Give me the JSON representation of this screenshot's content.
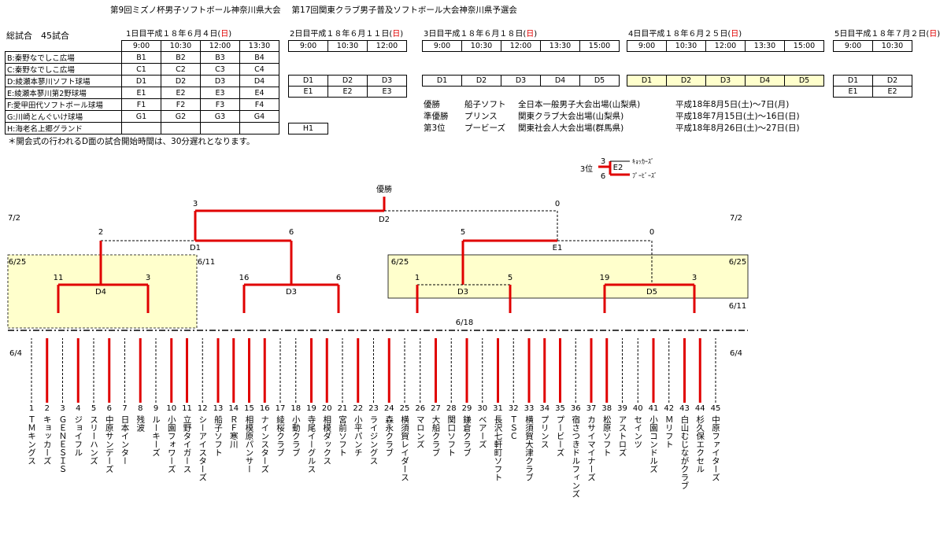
{
  "title": "第9回ミズノ杯男子ソフトボール神奈川県大会　 第17回関東クラブ男子普及ソフトボール大会神奈川県予選会",
  "total": "総試合　45試合",
  "note": "＊開会式の行われるD面の試合開始時間は、30分遅れとなります。",
  "venues": [
    "B:秦野なでしこ広場",
    "C:秦野なでしこ広場",
    "D:綾瀬本蓼川ソフト球場",
    "E:綾瀬本蓼川第2野球場",
    "F:愛甲田代ソフトボール球場",
    "G:川崎とんぐいけ球場",
    "H:海老名上郷グランド"
  ],
  "days": [
    {
      "label": "1日目平成１８年６月４日(",
      "wd": "日",
      "close": ")",
      "times": [
        "9:00",
        "10:30",
        "12:00",
        "13:30"
      ],
      "rows": [
        [
          "B1",
          "B2",
          "B3",
          "B4"
        ],
        [
          "C1",
          "C2",
          "C3",
          "C4"
        ],
        [
          "D1",
          "D2",
          "D3",
          "D4"
        ],
        [
          "E1",
          "E2",
          "E3",
          "E4"
        ],
        [
          "F1",
          "F2",
          "F3",
          "F4"
        ],
        [
          "G1",
          "G2",
          "G3",
          "G4"
        ],
        [
          "",
          "",
          "",
          ""
        ]
      ]
    },
    {
      "label": "2日目平成１８年６月１１日(",
      "wd": "日",
      "close": ")",
      "times": [
        "9:00",
        "10:30",
        "12:00"
      ],
      "rows": [
        [
          "D1",
          "D2",
          "D3"
        ],
        [
          "E1",
          "E2",
          "E3"
        ],
        [
          "H1"
        ]
      ]
    },
    {
      "label": "3日目平成１８年６月１８日(",
      "wd": "日",
      "close": ")",
      "times": [
        "9:00",
        "10:30",
        "12:00",
        "13:30",
        "15:00"
      ],
      "rows": [
        [
          "D1",
          "D2",
          "D3",
          "D4",
          "D5"
        ]
      ]
    },
    {
      "label": "4日目平成１８年６月２５日(",
      "wd": "日",
      "close": ")",
      "times": [
        "9:00",
        "10:30",
        "12:00",
        "13:30",
        "15:00"
      ],
      "rows": [
        [
          "D1",
          "D2",
          "D3",
          "D4",
          "D5"
        ]
      ]
    },
    {
      "label": "5日目平成１８年７月２日(",
      "wd": "日",
      "close": ")",
      "times": [
        "9:00",
        "10:30"
      ],
      "rows": [
        [
          "D1",
          "D2"
        ],
        [
          "E1",
          "E2"
        ]
      ]
    }
  ],
  "results": [
    [
      "優勝",
      "船子ソフト",
      "全日本一般男子大会出場(山梨県)",
      "平成18年8月5日(土)～7日(月)"
    ],
    [
      "準優勝",
      "プリンス",
      "関東クラブ大会出場(山梨県)",
      "平成18年7月15日(土)～16日(日)"
    ],
    [
      "第3位",
      "プービーズ",
      "関東社会人大会出場(群馬県)",
      "平成18年8月26日(土)～27日(日)"
    ]
  ],
  "third_place": {
    "label": "3位",
    "game": "E2",
    "top_score": "3",
    "top_team": "ｷｮｯｶｰｽﾞ",
    "bottom_score": "6",
    "bottom_team": "ﾌﾟｰﾋﾞｰｽﾞ"
  },
  "champion_label": "優勝",
  "date_labels": {
    "jul2": "7/2",
    "jun25": "6/25",
    "jun11": "6/11",
    "jun18": "6/18",
    "jun4": "6/4"
  },
  "teams": [
    "ＴＭキングス",
    "キョッカーズ",
    "ＧＥＮＥＳＩＳ",
    "ジョイフル",
    "スリーハンズ",
    "中原サンデーズ",
    "日本インター",
    "残波",
    "ルーキーズ",
    "小園フォワーズ",
    "立野タイガース",
    "シーアイスターズ",
    "船子ソフト",
    "ＲＦ寒川",
    "相模原パンサー",
    "ナインスターズ",
    "綾桜クラブ",
    "小動クラブ",
    "寺尾イーグルス",
    "相模ダックス",
    "宮前ソフト",
    "小平パンチ",
    "ライジングス",
    "森永クラブ",
    "横須賀レイダース",
    "マロンズ",
    "大船クラブ",
    "関口ソフト",
    "鎌倉クラブ",
    "ベアーズ",
    "長沢七軒町ソフト",
    "ＴＳＣ",
    "横須賀大津クラブ",
    "プリンス",
    "プービーズ",
    "宿さつきドルフィンズ",
    "カサイマイナーズ",
    "松原ソフト",
    "アストロズ",
    "セインツ",
    "小園コンドルズ",
    "Ｍリフト",
    "白山むじながクラブ",
    "杉久保エクセル",
    "中原ファイターズ"
  ]
}
